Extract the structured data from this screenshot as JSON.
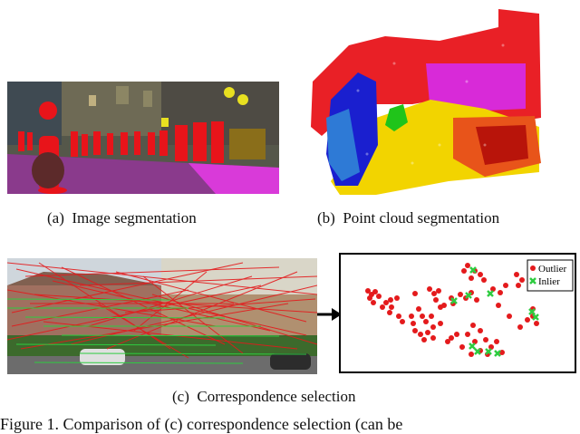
{
  "subfigures": [
    {
      "label": "(a)",
      "caption": "Image segmentation"
    },
    {
      "label": "(b)",
      "caption": "Point cloud segmentation"
    },
    {
      "label": "(c)",
      "caption": "Correspondence selection"
    }
  ],
  "legend": {
    "outlier": "Outlier",
    "inlier": "Inlier"
  },
  "figure_caption": "Figure 1. Comparison of (c) correspondence selection (can be",
  "colors": {
    "outlier": "#e41a1c",
    "inlier": "#2ecc40",
    "person": "#e8141a",
    "road": "#8a3a8c",
    "sidewalk": "#d93ad9",
    "building": "#4a4a3a",
    "sky": "#5a5a4a"
  }
}
